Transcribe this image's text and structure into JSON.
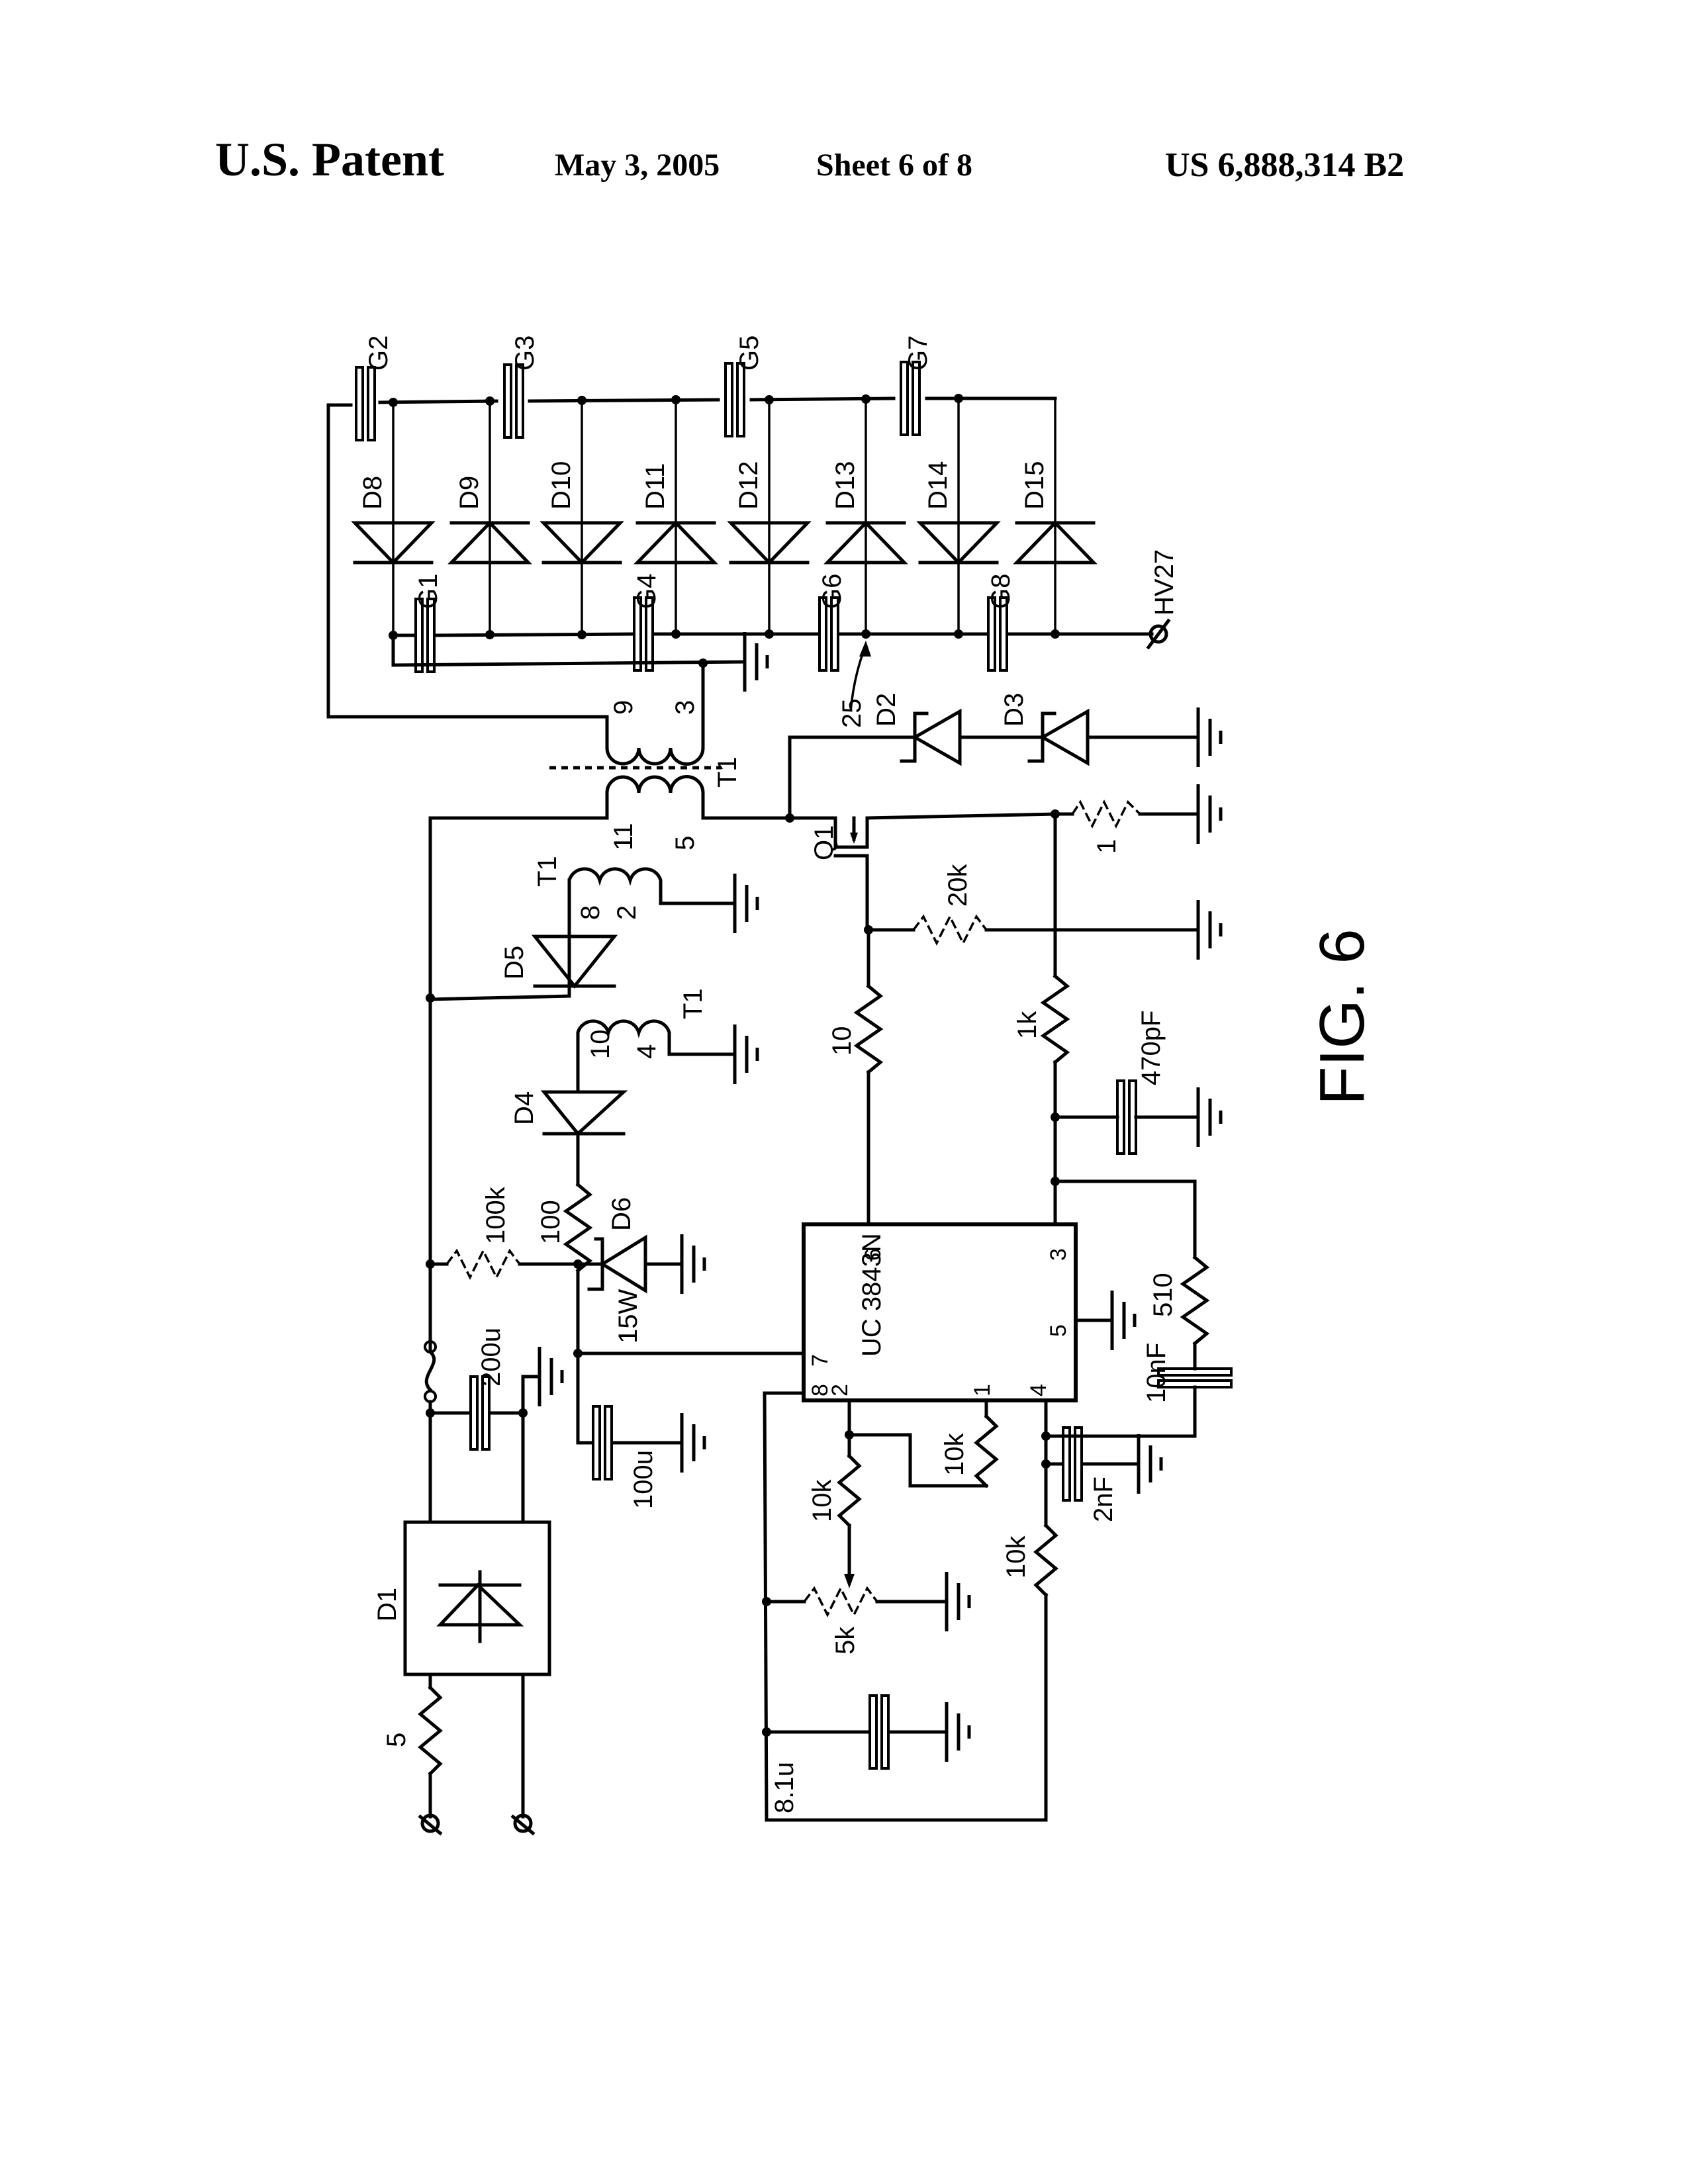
{
  "header": {
    "title": "U.S. Patent",
    "date": "May 3, 2005",
    "sheet": "Sheet 6 of 8",
    "patent_number": "US 6,888,314 B2"
  },
  "figure": {
    "label": "FIG. 6",
    "ic": {
      "name": "UC 3843N",
      "pins": [
        "1",
        "2",
        "3",
        "4",
        "5",
        "6",
        "7",
        "8"
      ]
    },
    "multiplier_caps_top": [
      "G2",
      "G3",
      "G5",
      "G7"
    ],
    "multiplier_caps_bottom": [
      "G1",
      "G4",
      "G6",
      "G8"
    ],
    "multiplier_diodes": [
      "D8",
      "D9",
      "D10",
      "D11",
      "D12",
      "D13",
      "D14",
      "D15"
    ],
    "output_terminal": "HV27",
    "node_ref": "25",
    "transformer": {
      "name": "T1",
      "secondary_pins": [
        "9",
        "3"
      ],
      "primary_pins": [
        "11",
        "5"
      ],
      "aux1_pins": [
        "8",
        "2"
      ],
      "aux2_pins": [
        "10",
        "4"
      ]
    },
    "transistor": "Q1",
    "clamp_diodes": [
      "D2",
      "D3"
    ],
    "aux_diodes": [
      "D4",
      "D5"
    ],
    "zener": {
      "name": "D6",
      "rating": "15W"
    },
    "bridge": "D1",
    "resistors": {
      "input": "5",
      "startup": "100k",
      "aux_series": "100",
      "gate": "10",
      "gate_pulldown": "20k",
      "sense": "1",
      "sense_filter": "1k",
      "slope": "510",
      "feedback": "10k",
      "divider": "10k",
      "pot": "5k",
      "timing": "10k"
    },
    "capacitors": {
      "bulk": "200u",
      "vcc": "100u",
      "sense_filter": "470pF",
      "slope": "10nF",
      "timing": "2nF",
      "ref": "8.1u"
    }
  }
}
